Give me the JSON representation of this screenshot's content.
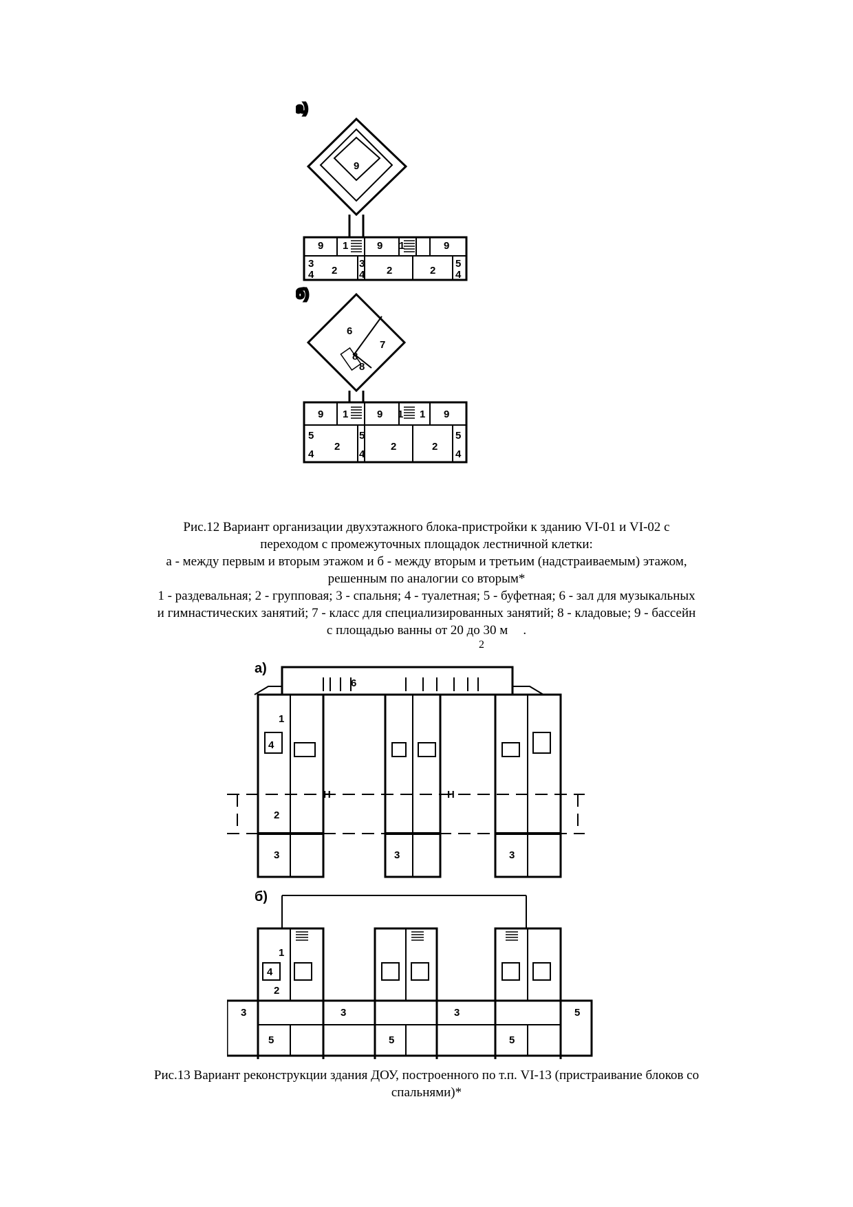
{
  "figure12": {
    "label_a": "а)",
    "label_b": "б)",
    "plan_a": {
      "diamond_room": "9",
      "wing_rooms": [
        "9",
        "1",
        "9",
        "1",
        "9"
      ],
      "lower_left": [
        "3",
        "4",
        "2"
      ],
      "lower_mid": [
        "3",
        "4",
        "2"
      ],
      "lower_right": [
        "2",
        "5",
        "4"
      ]
    },
    "plan_b": {
      "diamond_rooms": [
        "6",
        "7",
        "8",
        "8"
      ],
      "wing_rooms": [
        "9",
        "1",
        "9",
        "1",
        "1",
        "9"
      ],
      "lower_left": [
        "5",
        "4",
        "2"
      ],
      "lower_mid": [
        "5",
        "4",
        "2"
      ],
      "lower_right": [
        "2",
        "5",
        "4"
      ]
    },
    "caption_lines": [
      "Рис.12 Вариант организации двухэтажного блока-пристройки к зданию VI-01 и VI-02 с",
      "переходом с промежуточных площадок лестничной клетки:",
      "а - между первым и вторым этажом и б - между вторым и третьим (надстраиваемым) этажом,",
      "решенным по аналогии со вторым*",
      "1 - раздевальная; 2 - групповая; 3 - спальня; 4 - туалетная; 5 - буфетная; 6 - зал для музыкальных",
      "и гимнастических занятий; 7 - класс для специализированных занятий; 8 - кладовые; 9 - бассейн",
      "с площадью ванны от 20 до 30 м"
    ],
    "caption_superscript": "2"
  },
  "figure13": {
    "label_a": "а)",
    "label_b": "б)",
    "plan_a": {
      "corridor_room": "6",
      "block_labels": [
        "1",
        "4",
        "2",
        "3"
      ],
      "dimension_marks": "Н"
    },
    "plan_b": {
      "block_labels": [
        "1",
        "4",
        "2"
      ],
      "annex_rooms": [
        "3",
        "5"
      ]
    },
    "caption_lines": [
      "Рис.13 Вариант реконструкции здания ДОУ, построенного по т.п. VI-13 (пристраивание блоков со",
      "спальнями)*"
    ]
  }
}
